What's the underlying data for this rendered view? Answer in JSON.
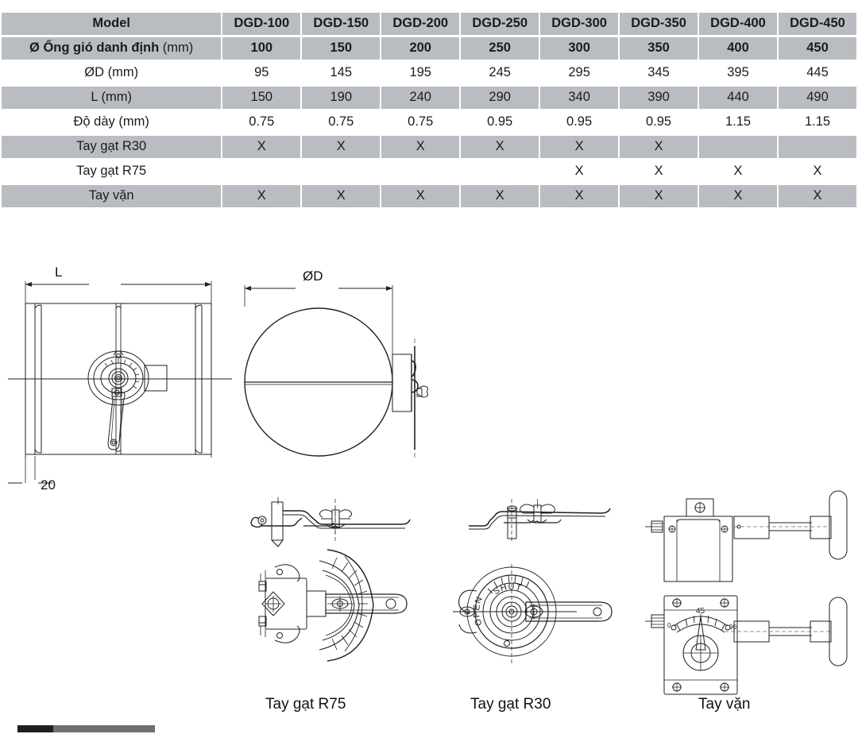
{
  "table": {
    "columns": [
      "Model",
      "DGD-100",
      "DGD-150",
      "DGD-200",
      "DGD-250",
      "DGD-300",
      "DGD-350",
      "DGD-400",
      "DGD-450"
    ],
    "rows": [
      {
        "label": "Model",
        "label_unit": "",
        "shaded": true,
        "label_bold": true,
        "values_bold": true,
        "values": [
          "DGD-100",
          "DGD-150",
          "DGD-200",
          "DGD-250",
          "DGD-300",
          "DGD-350",
          "DGD-400",
          "DGD-450"
        ]
      },
      {
        "label": "Ø Ống gió danh định",
        "label_unit": "(mm)",
        "shaded": true,
        "label_bold": true,
        "values_bold": true,
        "values": [
          "100",
          "150",
          "200",
          "250",
          "300",
          "350",
          "400",
          "450"
        ]
      },
      {
        "label": "ØD (mm)",
        "label_unit": "",
        "shaded": false,
        "label_bold": false,
        "values_bold": false,
        "values": [
          "95",
          "145",
          "195",
          "245",
          "295",
          "345",
          "395",
          "445"
        ]
      },
      {
        "label": "L (mm)",
        "label_unit": "",
        "shaded": true,
        "label_bold": false,
        "values_bold": false,
        "values": [
          "150",
          "190",
          "240",
          "290",
          "340",
          "390",
          "440",
          "490"
        ]
      },
      {
        "label": "Độ dày (mm)",
        "label_unit": "",
        "shaded": false,
        "label_bold": false,
        "values_bold": false,
        "values": [
          "0.75",
          "0.75",
          "0.75",
          "0.95",
          "0.95",
          "0.95",
          "1.15",
          "1.15"
        ]
      },
      {
        "label": "Tay gạt R30",
        "label_unit": "",
        "shaded": true,
        "label_bold": false,
        "values_bold": false,
        "values": [
          "X",
          "X",
          "X",
          "X",
          "X",
          "X",
          "",
          ""
        ]
      },
      {
        "label": "Tay gạt R75",
        "label_unit": "",
        "shaded": false,
        "label_bold": false,
        "values_bold": false,
        "values": [
          "",
          "",
          "",
          "",
          "X",
          "X",
          "X",
          "X"
        ]
      },
      {
        "label": "Tay vặn",
        "label_unit": "",
        "shaded": true,
        "label_bold": false,
        "values_bold": false,
        "values": [
          "X",
          "X",
          "X",
          "X",
          "X",
          "X",
          "X",
          "X"
        ]
      }
    ]
  },
  "drawings": {
    "side_view": {
      "dimension_length_label": "L",
      "dimension_flange_label": "20"
    },
    "front_view": {
      "dimension_diameter_label": "ØD"
    },
    "dial_r30": {
      "open_label": "OPEN",
      "shut_label": "SHUT"
    },
    "dial_tayvan": {
      "tick_center": "45",
      "tick_left": "0",
      "tick_right": "90"
    },
    "captions": {
      "r75": "Tay gạt R75",
      "r30": "Tay gạt R30",
      "tayvan": "Tay vặn"
    }
  },
  "colors": {
    "row_shade": "#b9bdc1",
    "row_plain": "#ffffff",
    "text": "#1b1b1b",
    "line": "#231f20"
  }
}
